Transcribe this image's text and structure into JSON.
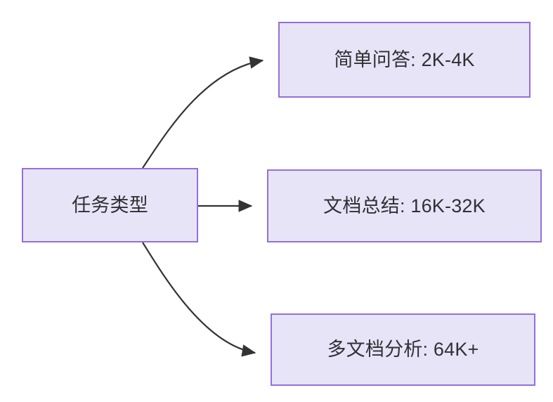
{
  "diagram": {
    "type": "flowchart-left-to-right",
    "background_color": "#ffffff",
    "node_fill_color": "#e8e4f8",
    "node_border_color": "#9370db",
    "node_text_color": "#2f3034",
    "edge_color": "#333333",
    "root": {
      "id": "root",
      "label": "任务类型"
    },
    "branches": [
      {
        "id": "simple-qa",
        "label": "简单问答: 2K-4K",
        "task": "简单问答",
        "context_range": "2K-4K",
        "edge_style": "curved"
      },
      {
        "id": "doc-summary",
        "label": "文档总结: 16K-32K",
        "task": "文档总结",
        "context_range": "16K-32K",
        "edge_style": "straight"
      },
      {
        "id": "multi-doc",
        "label": "多文档分析: 64K+",
        "task": "多文档分析",
        "context_range": "64K+",
        "edge_style": "curved"
      }
    ]
  }
}
